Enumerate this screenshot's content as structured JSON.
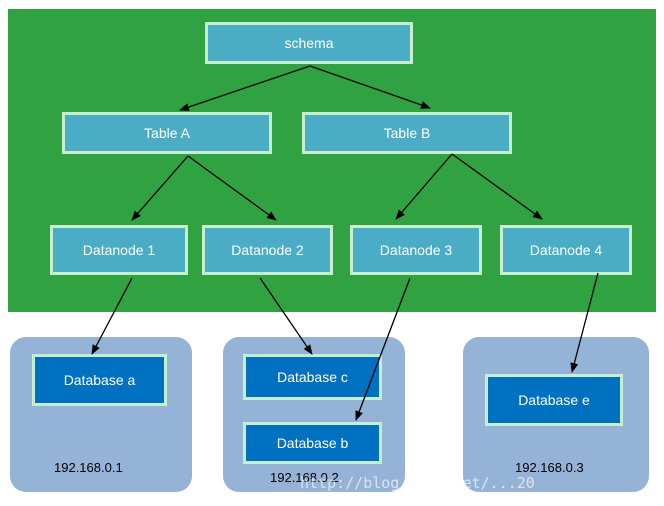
{
  "tree": {
    "root": "schema",
    "tables": [
      "Table A",
      "Table B"
    ],
    "datanodes": [
      "Datanode 1",
      "Datanode 2",
      "Datanode 3",
      "Datanode 4"
    ]
  },
  "servers": [
    {
      "ip": "192.168.0.1",
      "databases": [
        "Database a"
      ]
    },
    {
      "ip": "192.168.0.2",
      "databases": [
        "Database c",
        "Database b"
      ]
    },
    {
      "ip": "192.168.0.3",
      "databases": [
        "Database e"
      ]
    }
  ],
  "watermark": "http://blog.csdn.net/...20",
  "colors": {
    "panel": "#31a241",
    "node": "#4bacc6",
    "node_border": "#c6efce",
    "server": "#95b3d7",
    "database": "#0070c0"
  }
}
